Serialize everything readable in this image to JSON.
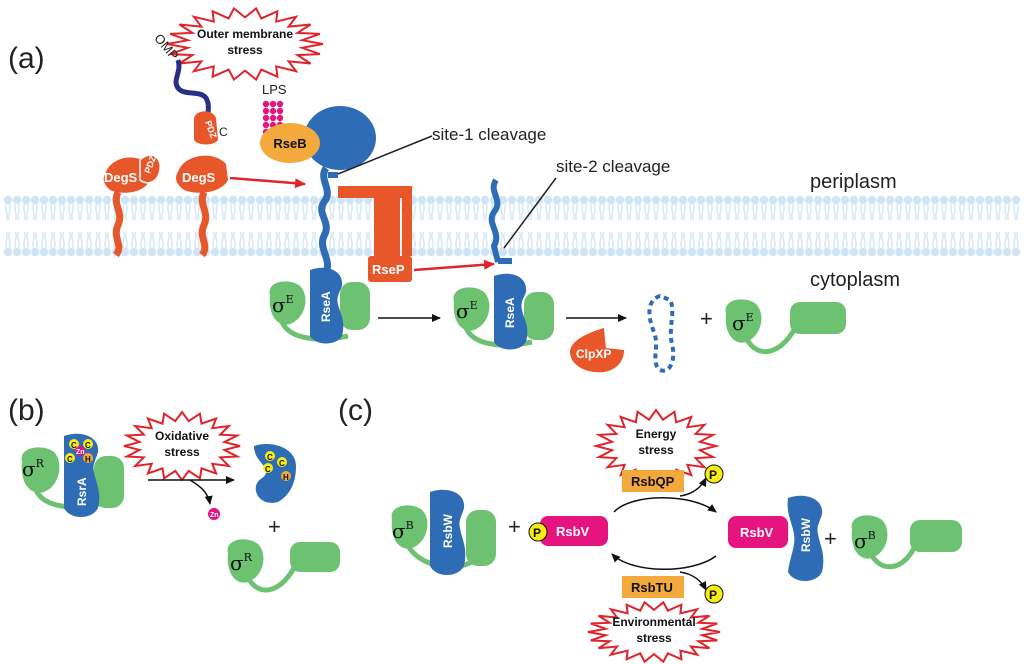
{
  "panels": {
    "a": "(a)",
    "b": "(b)",
    "c": "(c)"
  },
  "panel_a": {
    "bursts": {
      "outer_membrane_1": "Outer membrane",
      "outer_membrane_2": "stress"
    },
    "omp": "OMP",
    "pdz": "PDZ",
    "c_terminus": "C",
    "lps": "LPS",
    "degs": "DegS",
    "rseb": "RseB",
    "rsea": "RseA",
    "rsep": "RseP",
    "clpxp": "ClpXP",
    "site1": "site-1 cleavage",
    "site2": "site-2 cleavage",
    "periplasm": "periplasm",
    "cytoplasm": "cytoplasm",
    "sigma": "σ",
    "sigma_sup": "E",
    "plus": "+"
  },
  "panel_b": {
    "burst_1": "Oxidative",
    "burst_2": "stress",
    "rsra": "RsrA",
    "sigma": "σ",
    "sigma_sup": "R",
    "cys": "C",
    "his": "H",
    "zn": "Zn",
    "plus": "+"
  },
  "panel_c": {
    "energy_1": "Energy",
    "energy_2": "stress",
    "env_1": "Environmental",
    "env_2": "stress",
    "rsbqp": "RsbQP",
    "rsbtu": "RsbTU",
    "rsbv": "RsbV",
    "rsbw": "RsbW",
    "phos": "P",
    "sigma": "σ",
    "sigma_sup": "B",
    "plus": "+"
  },
  "colors": {
    "blue": "#2e6db5",
    "green": "#6cc270",
    "orange": "#e8572a",
    "magenta": "#e5147e",
    "gold": "#f3a93c",
    "yellow": "#f7ec13",
    "membrane": "#cfe5f5",
    "red_arrow": "#e0242b",
    "navy": "#2a2f86"
  }
}
